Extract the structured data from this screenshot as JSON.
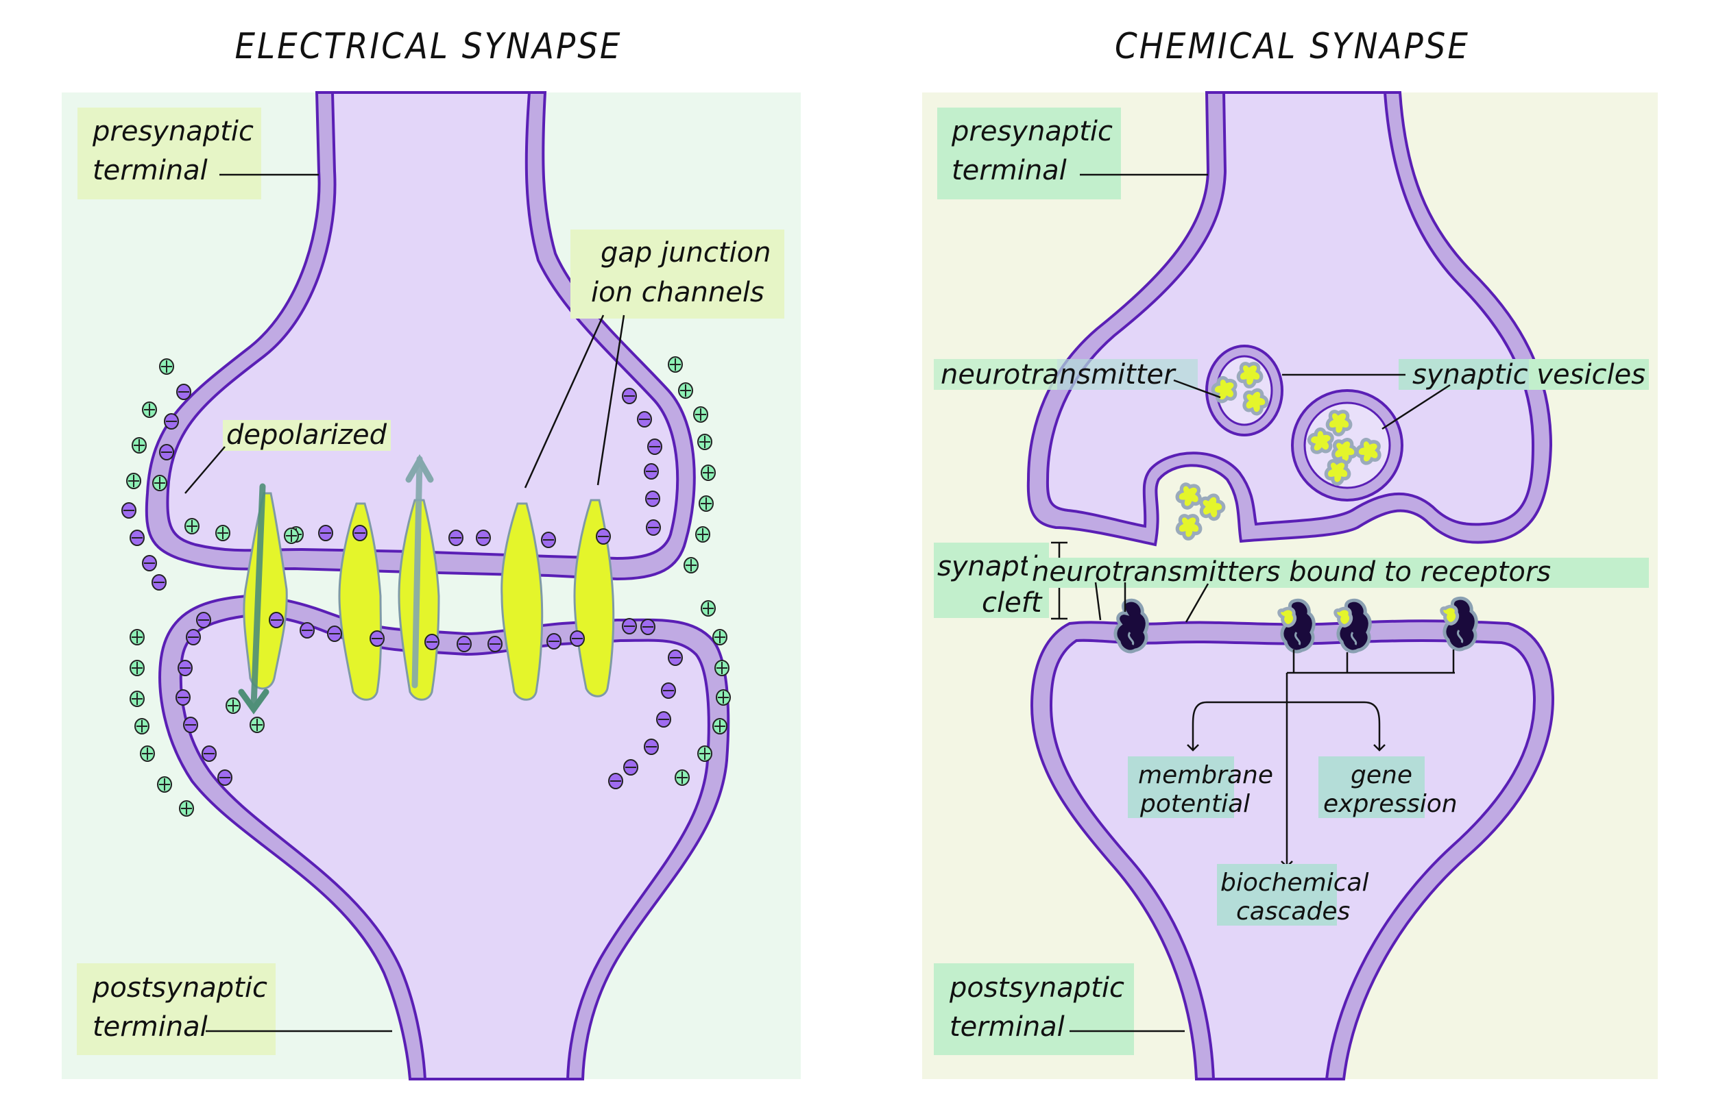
{
  "titles": {
    "electrical": "ELECTRICAL SYNAPSE",
    "chemical": "CHEMICAL SYNAPSE"
  },
  "colors": {
    "electrical_bg": "#ebf8ee",
    "chemical_bg": "#f3f6e4",
    "electrical_label_bg": "#e6f5c6",
    "chemical_label_bg": "#c2efcc",
    "chemical_inner_label_bg": "#b4ddd8",
    "membrane": "#c0aae3",
    "membrane_edge": "#5a1fb5",
    "cytoplasm": "#e3d6f9",
    "neurotransmitter": "#e4f52b",
    "receptor": "#1a0a3c",
    "positive_ion": "#8ef0b6",
    "negative_ion": "#9f6cf0",
    "arrow_down": "#4f8f78",
    "arrow_up": "#84a8ad"
  },
  "electrical": {
    "presynaptic": [
      "presynaptic",
      "terminal"
    ],
    "postsynaptic": [
      "postsynaptic",
      "terminal"
    ],
    "gap_junction": [
      "gap junction",
      "ion channels"
    ],
    "depolarized": "depolarized",
    "ion_symbols": {
      "positive": "+",
      "negative": "−"
    }
  },
  "chemical": {
    "presynaptic": [
      "presynaptic",
      "terminal"
    ],
    "postsynaptic": [
      "postsynaptic",
      "terminal"
    ],
    "neurotransmitter": "neurotransmitter",
    "synaptic_vesicles": "synaptic vesicles",
    "synaptic_cleft": [
      "synaptic",
      "cleft"
    ],
    "bound_receptors": "neurotransmitters bound to receptors",
    "effects": {
      "membrane_potential": [
        "membrane",
        "potential"
      ],
      "gene_expression": [
        "gene",
        "expression"
      ],
      "biochemical_cascades": [
        "biochemical",
        "cascades"
      ]
    }
  }
}
